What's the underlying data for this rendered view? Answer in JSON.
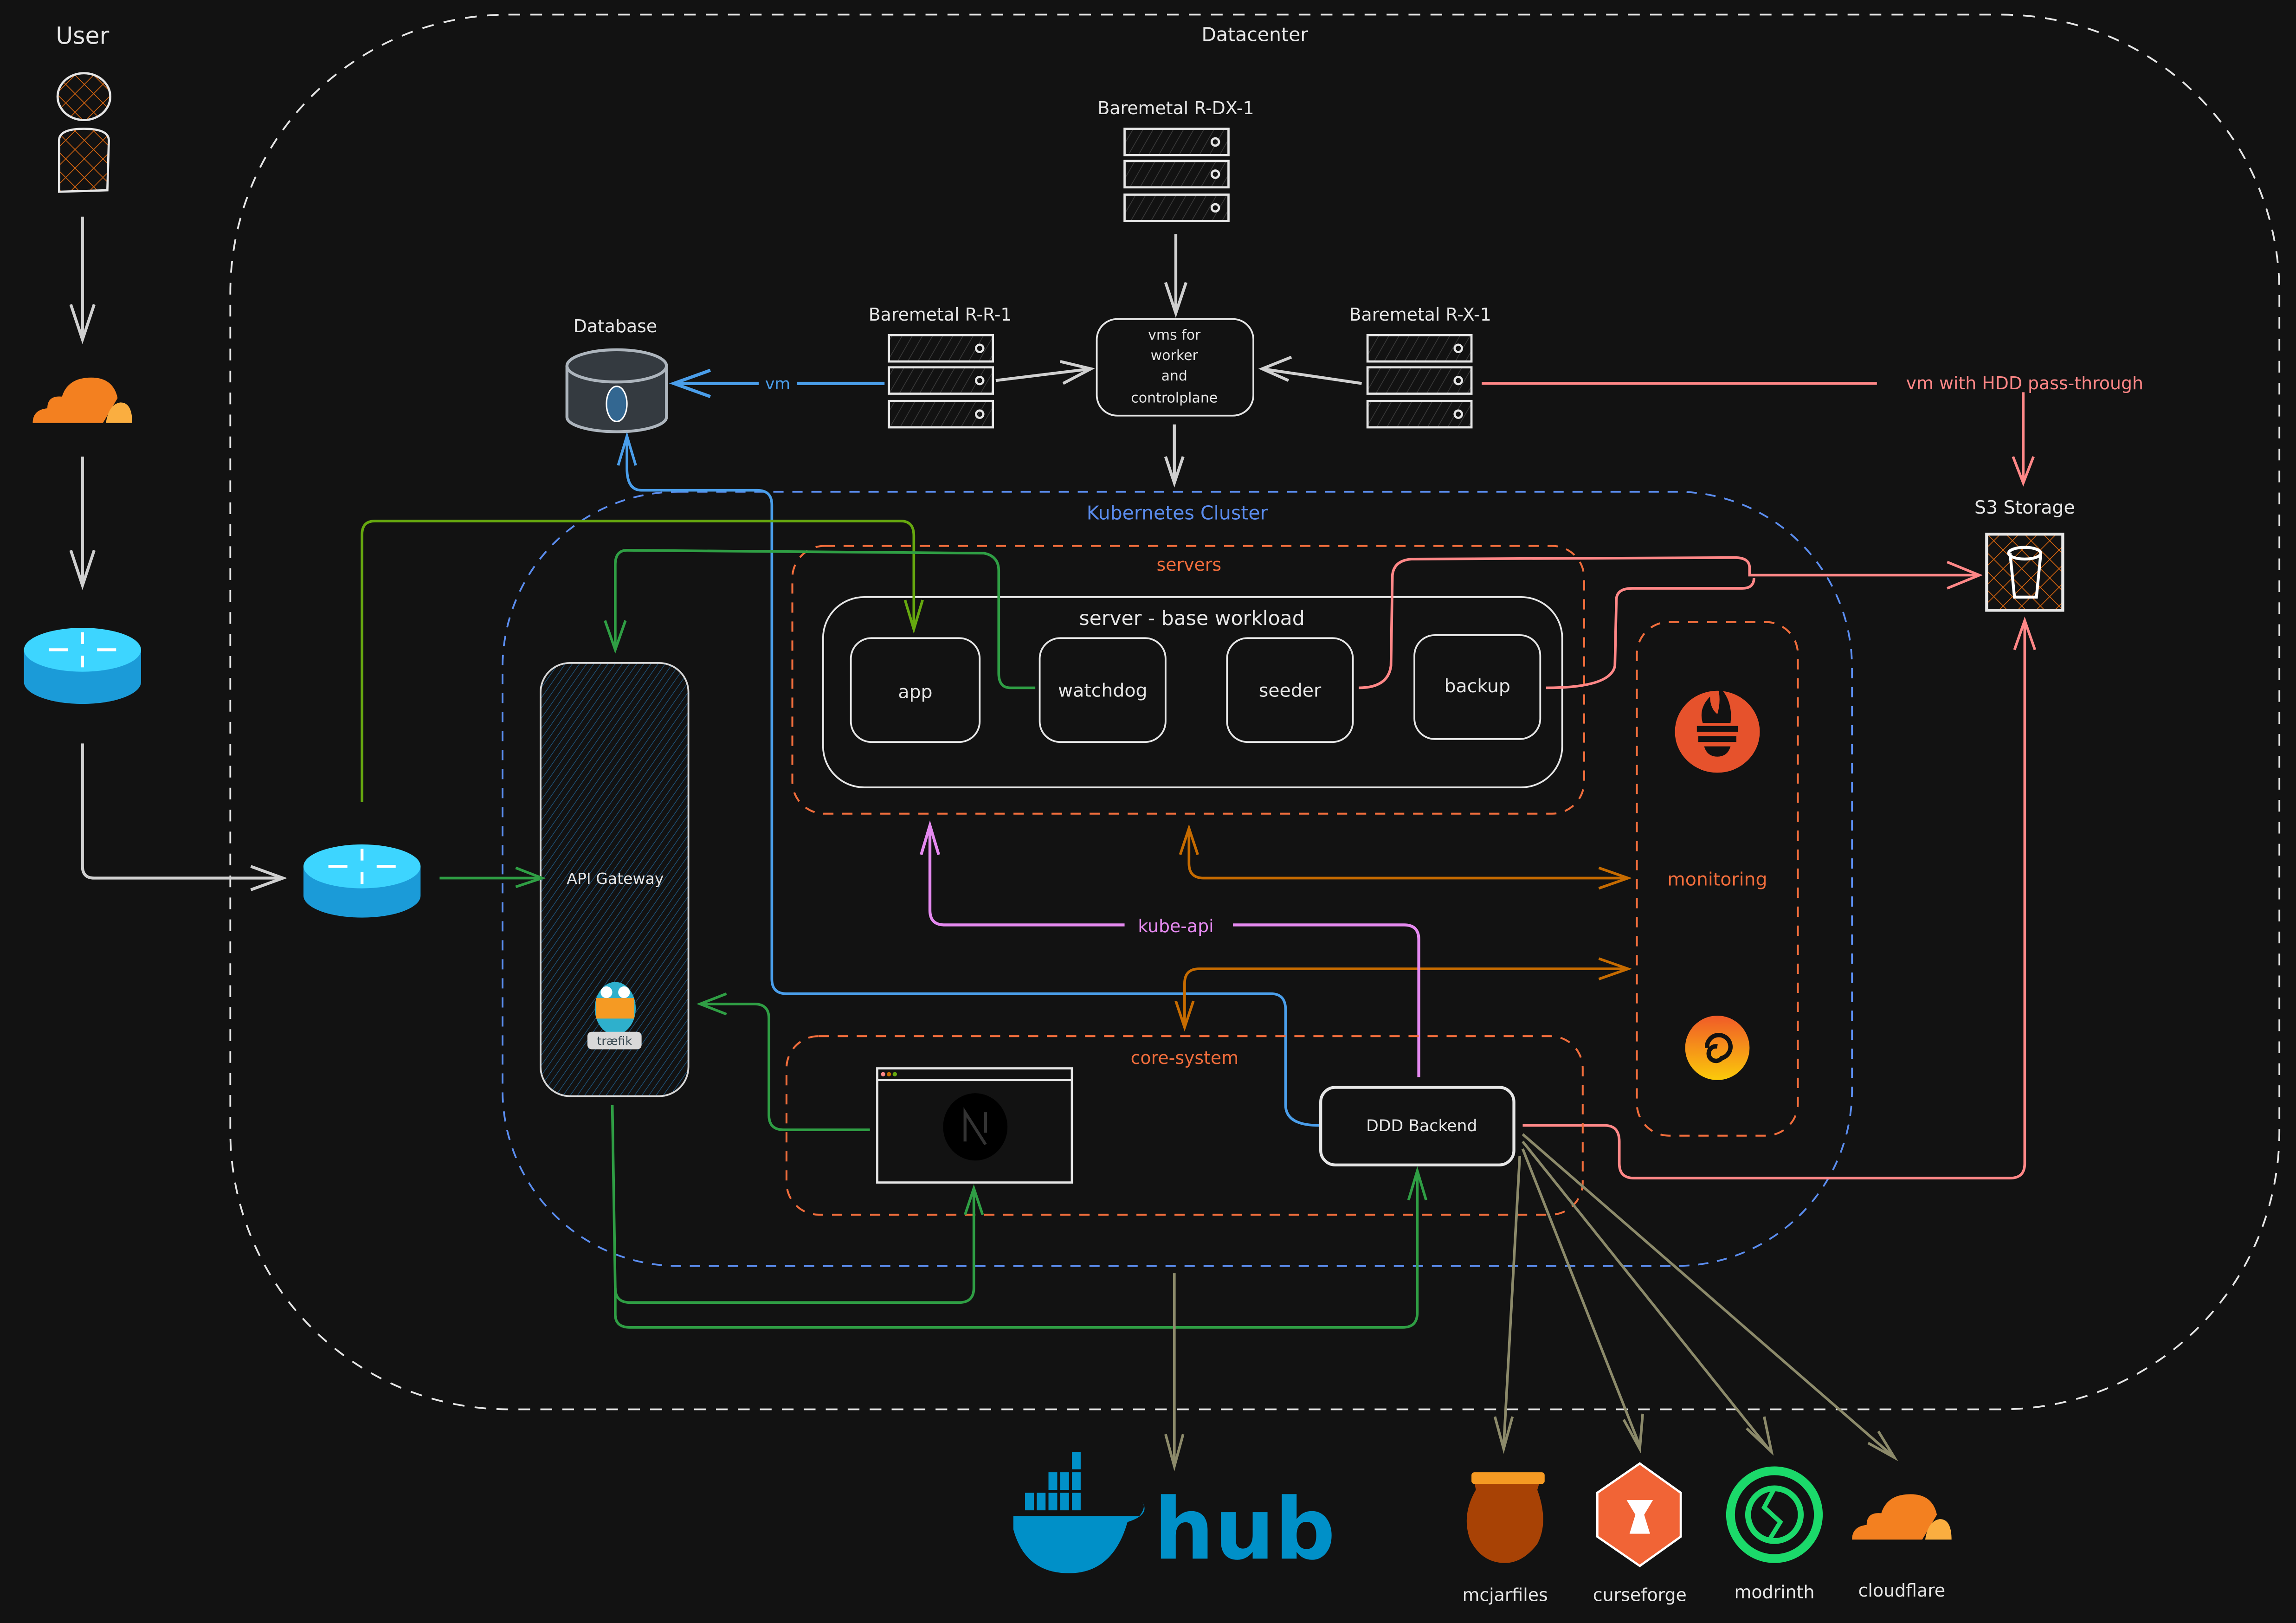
{
  "title": "Datacenter",
  "colors": {
    "background": "#121212",
    "white": "#e6e6e6",
    "blue": "#4a9eea",
    "green": "#2f9e44",
    "lime": "#66a80f",
    "salmon": "#ff8787",
    "orange_dash": "#f06d3c",
    "brown_arrow": "#c66b00",
    "pink": "#e589f0",
    "olive": "#8c8a6a",
    "k8s_dash": "#5b8def"
  },
  "user": {
    "label": "User"
  },
  "groups": {
    "datacenter": "Datacenter",
    "kubernetes": "Kubernetes Cluster",
    "servers": "servers",
    "server_workload": "server - base workload",
    "monitoring": "monitoring",
    "core_system": "core-system"
  },
  "baremetal": [
    {
      "label": "Baremetal R-DX-1"
    },
    {
      "label": "Baremetal R-R-1"
    },
    {
      "label": "Baremetal R-X-1"
    }
  ],
  "vms_box": {
    "lines": [
      "vms for",
      "worker",
      "and",
      "controlplane"
    ]
  },
  "database": {
    "label": "Database"
  },
  "s3": {
    "label": "S3 Storage"
  },
  "edges": {
    "vm": "vm",
    "hdd_passthrough": "vm with HDD pass-through",
    "kube_api": "kube-api"
  },
  "workload_boxes": [
    "app",
    "watchdog",
    "seeder",
    "backup"
  ],
  "api_gateway": {
    "label": "API Gateway",
    "badge": "træfik"
  },
  "backend": {
    "label": "DDD Backend"
  },
  "external": {
    "dockerhub": "hub",
    "targets": [
      "mcjarfiles",
      "curseforge",
      "modrinth",
      "cloudflare"
    ]
  }
}
